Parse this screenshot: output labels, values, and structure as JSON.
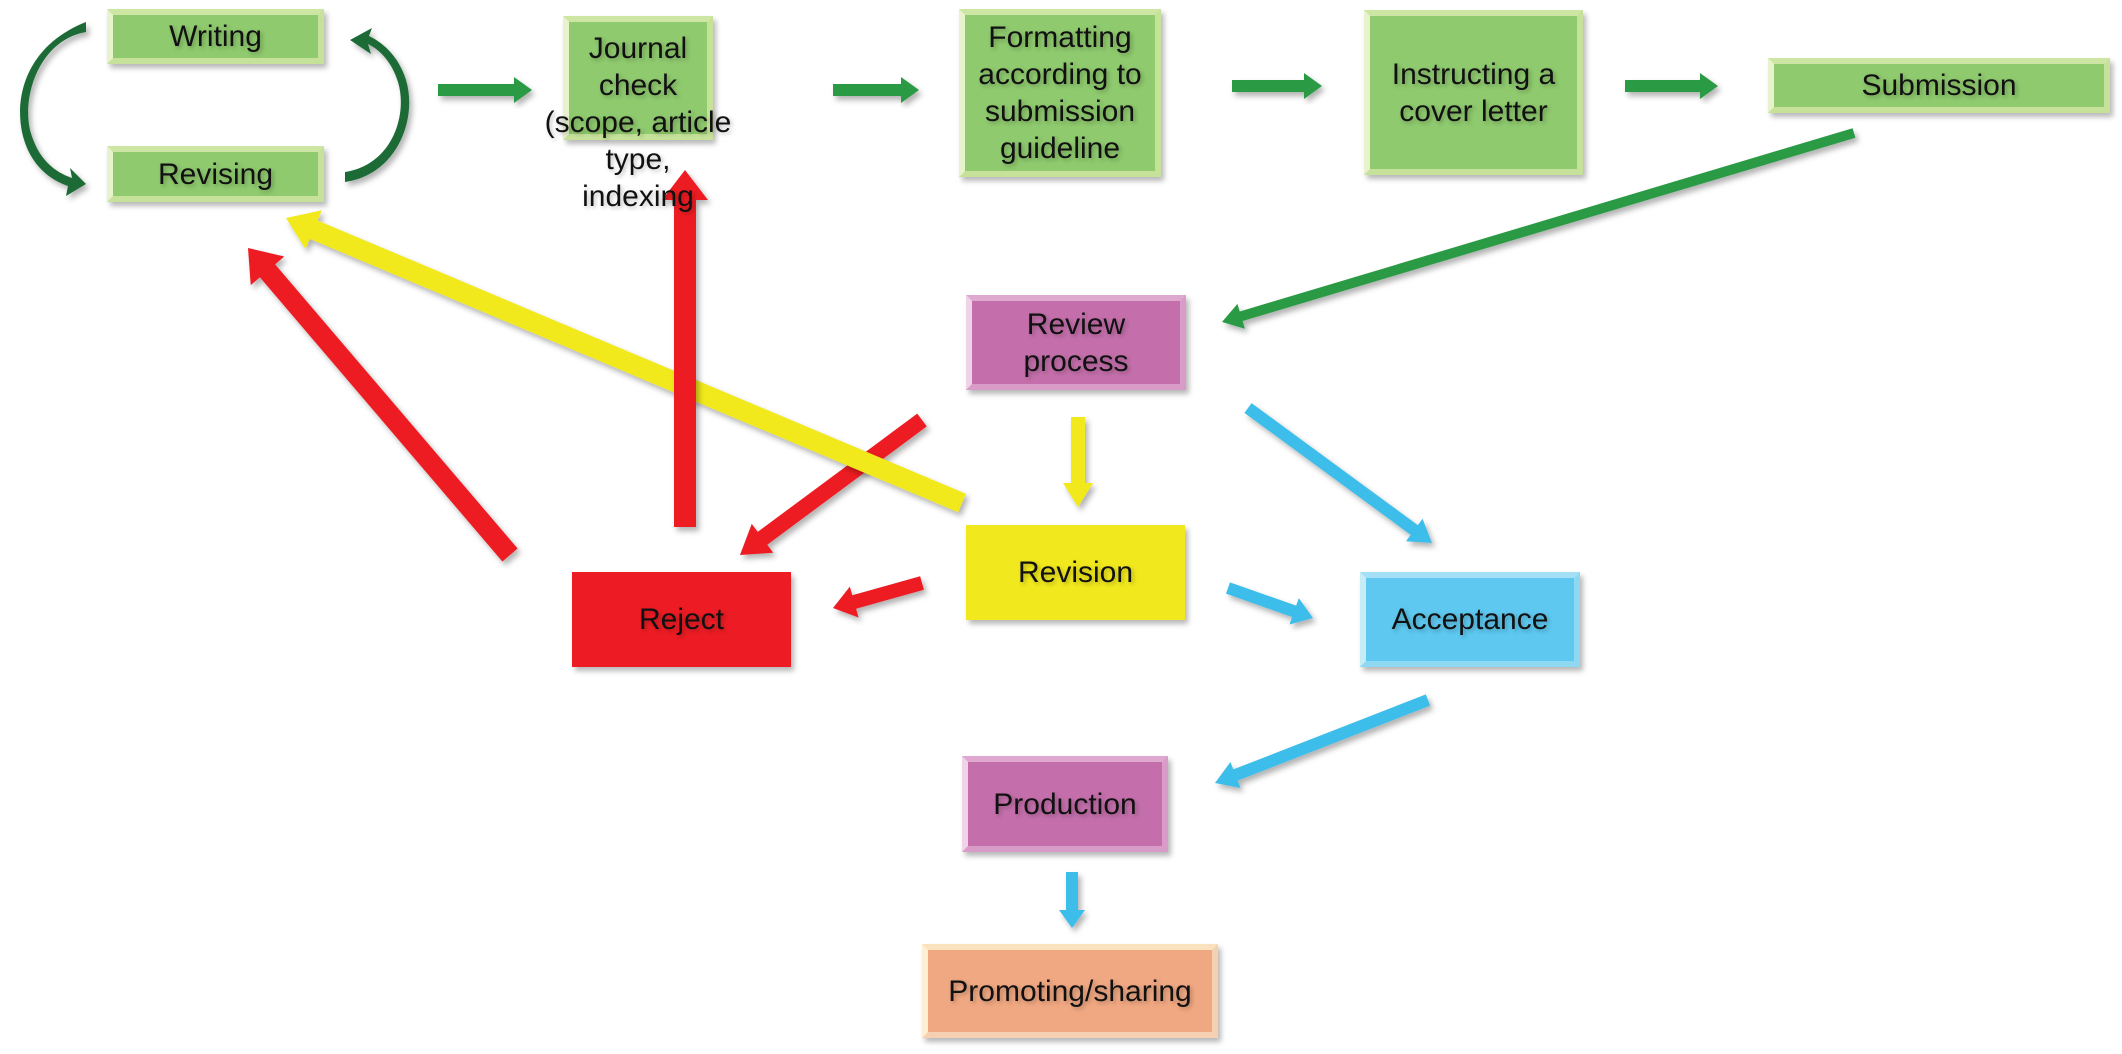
{
  "title": "Publication process flowchart",
  "nodes": {
    "writing": {
      "label": "Writing",
      "color": "#8fca6e"
    },
    "revising": {
      "label": "Revising",
      "color": "#8fca6e"
    },
    "journal_check": {
      "label": "Journal\ncheck\n(scope, article\ntype,\nindexing",
      "color": "#8fca6e"
    },
    "formatting": {
      "label": "Formatting\naccording to\nsubmission\nguideline",
      "color": "#8fca6e"
    },
    "cover_letter": {
      "label": "Instructing a\ncover letter",
      "color": "#8fca6e"
    },
    "submission": {
      "label": "Submission",
      "color": "#8fca6e"
    },
    "review": {
      "label": "Review\nprocess",
      "color": "#c46fab"
    },
    "revision": {
      "label": "Revision",
      "color": "#f1e91d"
    },
    "reject": {
      "label": "Reject",
      "color": "#ed1c24"
    },
    "acceptance": {
      "label": "Acceptance",
      "color": "#5ec8f0"
    },
    "production": {
      "label": "Production",
      "color": "#c46fab"
    },
    "promoting": {
      "label": "Promoting/sharing",
      "color": "#f0a882"
    }
  },
  "edges": [
    {
      "from": "writing",
      "to": "revising",
      "color": "#1e6b35",
      "style": "curved"
    },
    {
      "from": "revising",
      "to": "writing",
      "color": "#1e6b35",
      "style": "curved"
    },
    {
      "from": "writing_revising_loop",
      "to": "journal_check",
      "color": "#2a9a45"
    },
    {
      "from": "journal_check",
      "to": "formatting",
      "color": "#2a9a45"
    },
    {
      "from": "formatting",
      "to": "cover_letter",
      "color": "#2a9a45"
    },
    {
      "from": "cover_letter",
      "to": "submission",
      "color": "#2a9a45"
    },
    {
      "from": "submission",
      "to": "review",
      "color": "#2a9a45"
    },
    {
      "from": "review",
      "to": "revision",
      "color": "#f1e91d"
    },
    {
      "from": "review",
      "to": "reject",
      "color": "#ed1c24"
    },
    {
      "from": "review",
      "to": "acceptance",
      "color": "#3dbde9"
    },
    {
      "from": "revision",
      "to": "reject",
      "color": "#ed1c24"
    },
    {
      "from": "revision",
      "to": "acceptance",
      "color": "#3dbde9"
    },
    {
      "from": "revision",
      "to": "revising",
      "color": "#f1e91d"
    },
    {
      "from": "reject",
      "to": "revising",
      "color": "#ed1c24"
    },
    {
      "from": "reject",
      "to": "journal_check",
      "color": "#ed1c24"
    },
    {
      "from": "acceptance",
      "to": "production",
      "color": "#3dbde9"
    },
    {
      "from": "production",
      "to": "promoting",
      "color": "#3dbde9"
    }
  ]
}
